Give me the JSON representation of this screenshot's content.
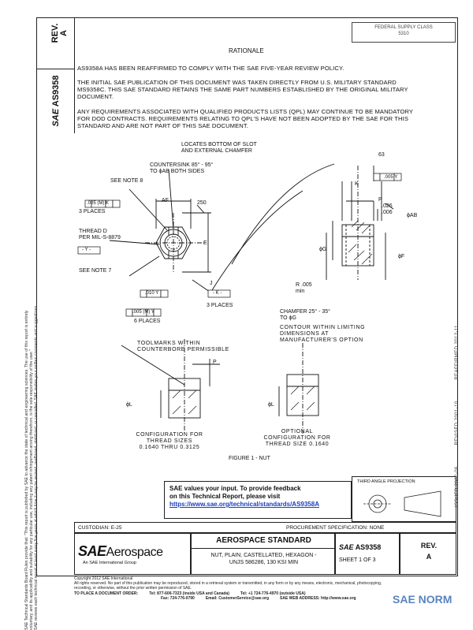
{
  "header": {
    "fsc_line1": "FEDERAL SUPPLY CLASS",
    "fsc_line2": "5310",
    "rev_label": "REV.",
    "rev_value": "A",
    "doc_number": "AS9358",
    "rationale_title": "RATIONALE"
  },
  "body": {
    "para1": "AS9358A HAS BEEN REAFFIRMED TO COMPLY WITH THE SAE FIVE-YEAR REVIEW POLICY.",
    "para2": "THE INITIAL SAE PUBLICATION OF THIS DOCUMENT WAS TAKEN DIRECTLY FROM U.S. MILITARY STANDARD MS9358C. THIS SAE STANDARD RETAINS THE SAME PART NUMBERS ESTABLISHED BY THE ORIGINAL MILITARY DOCUMENT.",
    "para3": "ANY REQUIREMENTS ASSOCIATED WITH QUALIFIED PRODUCTS LISTS (QPL) MAY CONTINUE TO BE MANDATORY FOR DOD CONTRACTS. REQUIREMENTS RELATING TO QPL'S HAVE NOT BEEN ADOPTED BY THE SAE FOR THIS STANDARD AND ARE NOT PART OF THIS SAE DOCUMENT."
  },
  "drawing": {
    "locates_bottom": "LOCATES BOTTOM OF SLOT",
    "and_external": "AND EXTERNAL CHAMFER",
    "countersink": "COUNTERSINK 85° - 95°",
    "to_ab": "TO ϕAB BOTH SIDES",
    "see_note8": "SEE NOTE 8",
    "see_note7": "SEE NOTE 7",
    "three_places": "3 PLACES",
    "six_places": "6 PLACES",
    "thread_d": "THREAD D",
    "per_mil": "PER MIL-S-8879",
    "datum_y": "- Y -",
    "datum_k": "- K -",
    "af": "AF",
    "e": "E",
    "j": "J",
    "val_250": "250",
    "val_63": "63",
    "k": "K",
    "p": "P",
    "dim_026": ".026",
    "dim_006": ".006",
    "ab": "ϕAB",
    "g": "ϕG",
    "f": "ϕF",
    "l": "ϕL",
    "r005": "R .005",
    "min": "min",
    "chamfer1": "CHAMFER 25° - 35°",
    "chamfer2": "TO ϕG",
    "contour1": "CONTOUR WITHIN LIMITING",
    "contour2": "DIMENSIONS AT",
    "contour3": "MANUFACTURER'S OPTION",
    "toolmarks1": "TOOLMARKS WITHIN",
    "toolmarks2": "COUNTERBORE PERMISSIBLE",
    "tol_005_m_k": ".005",
    "tol_010_y": ".010",
    "tol_005_m_y": ".005",
    "tol_005_y_right": ".005",
    "m": "M",
    "y": "Y",
    "kk": "K",
    "config1a": "CONFIGURATION FOR",
    "config1b": "THREAD SIZES",
    "config1c": "0.1640 THRU 0.3125",
    "config2a": "OPTIONAL",
    "config2b": "CONFIGURATION FOR",
    "config2c": "THREAD SIZE 0.1640",
    "figure_caption": "FIGURE 1 - NUT"
  },
  "feedback": {
    "line1": "SAE values your input. To provide feedback",
    "line2": "on this Technical Report, please visit",
    "link": "https://www.sae.org/technical/standards/AS9358A"
  },
  "third_angle": "THIRD ANGLE PROJECTION",
  "right_margin": {
    "issued": "ISSUED 2000-06",
    "revised": "REVISED 2001-10",
    "reaffirmed": "REAFFIRMED 2012-11"
  },
  "title_block": {
    "custodian": "CUSTODIAN: E-25",
    "procurement": "PROCUREMENT SPECIFICATION: NONE",
    "sae": "SAE",
    "aerospace": "Aerospace",
    "tagline": "An SAE International Group",
    "standard": "AEROSPACE STANDARD",
    "title1": "NUT, PLAIN, CASTELLATED, HEXAGON -",
    "title2": "UNJS 586286, 130 KSI MIN",
    "doc": "AS9358",
    "sheet": "SHEET 1 OF 3",
    "rev_label": "REV.",
    "rev": "A"
  },
  "footer": {
    "copyright": "Copyright 2012 SAE International",
    "rights": "All rights reserved. No part of this publication may be reproduced, stored in a retrieval system or transmitted, in any form or by any means, electronic, mechanical, photocopying,",
    "rights2": "recording, or otherwise, without the prior written permission of SAE.",
    "order": "TO PLACE A DOCUMENT ORDER:",
    "tel1": "Tel: 877-606-7323 (inside USA and Canada)",
    "tel2": "Tel: +1 724-776-4970 (outside USA)",
    "fax": "Fax: 724-776-0790",
    "email": "Email: CustomerService@sae.org",
    "web": "SAE WEB ADDRESS: http://www.sae.org"
  },
  "left_margin": {
    "line1": "SAE Technical Standards Board Rules provide that: \"This report is published by SAE to advance the state of technical and engineering sciences. The use of this report is entirely",
    "line2": "voluntary, and its applicability and suitability for any particular use, including any patent infringement arising therefrom, is the sole responsibility of the user.\"",
    "line3": "SAE reviews each technical report at least every five years at which time it may be revised, reaffirmed, stabilized, or cancelled. SAE invites your written comments and suggestions."
  },
  "watermark": "SAE NORM"
}
